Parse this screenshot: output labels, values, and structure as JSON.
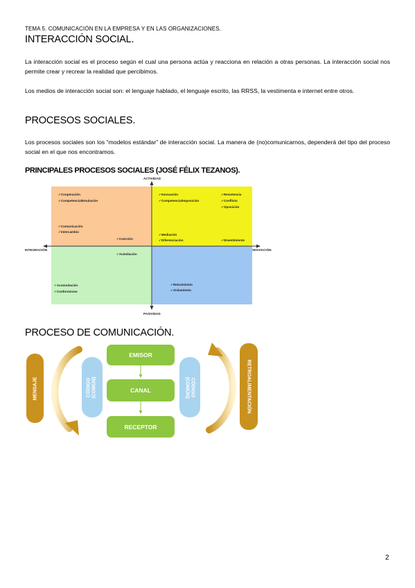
{
  "header": "TEMA 5. COMUNICACIÓN EN LA EMPRESA Y EN LAS ORGANIZACIONES.",
  "section1": {
    "title": "INTERACCIÓN SOCIAL.",
    "p1": "La interacción social es el proceso según el cual una persona actúa y reacciona en relación a otras personas. La interacción social nos permite crear y recrear la realidad que percibimos.",
    "p2": "Los medios de interacción social son: el lenguaje hablado, el lenguaje escrito, las RRSS, la vestimenta e internet entre otros."
  },
  "section2": {
    "title": "PROCESOS SOCIALES.",
    "p1": "Los procesos sociales son los “modelos estándar” de interacción social. La manera de (no)comunicarnos, dependerá del tipo del proceso social en el que nos encontramos.",
    "subtitle": "PRINCIPALES PROCESOS SOCIALES (JOSÉ FÉLIX TEZANOS)."
  },
  "quadrant": {
    "axes": {
      "top": "ACTIVIDAD",
      "bottom": "PASIVIDAD",
      "left": "INTEGRACIÓN",
      "right": "DESVIACIÓN"
    },
    "colors": {
      "top_left": "#fbc896",
      "top_right": "#f2f21a",
      "bottom_left": "#c6f2c0",
      "bottom_right": "#9ec6f2"
    },
    "top_left": [
      "✓Cooperación",
      "✓Competencia/Emulación",
      "✓Comunicación",
      "✓Intercambio",
      "✓Coerción"
    ],
    "top_right": [
      "✓Innovación",
      "✓Competencia/Imposición",
      "✓Resistencia",
      "✓Conflicto",
      "✓Oposición",
      "✓Mediación",
      "✓Diferenciación",
      "✓Disentimiento"
    ],
    "bottom_left": [
      "✓Asimilación",
      "✓Acomodación",
      "✓Conformismo"
    ],
    "bottom_right": [
      "✓Retraimiento",
      "✓Aislamiento"
    ]
  },
  "section3": {
    "title": "PROCESO DE COMUNICACIÓN.",
    "emisor": "EMISOR",
    "canal": "CANAL",
    "receptor": "RECEPTOR",
    "codigo_left": "CÓDIGO",
    "codigo_left_sub": "(COMÚN)",
    "codigo_right": "CÓDIGO",
    "codigo_right_sub": "(COMÚN)",
    "mensaje": "MENSAJE",
    "retro": "RETROALIMENTACIÓN",
    "colors": {
      "green": "#8dc63f",
      "blue": "#a8d4f0",
      "gold": "#c9911e"
    }
  },
  "page_number": "2"
}
